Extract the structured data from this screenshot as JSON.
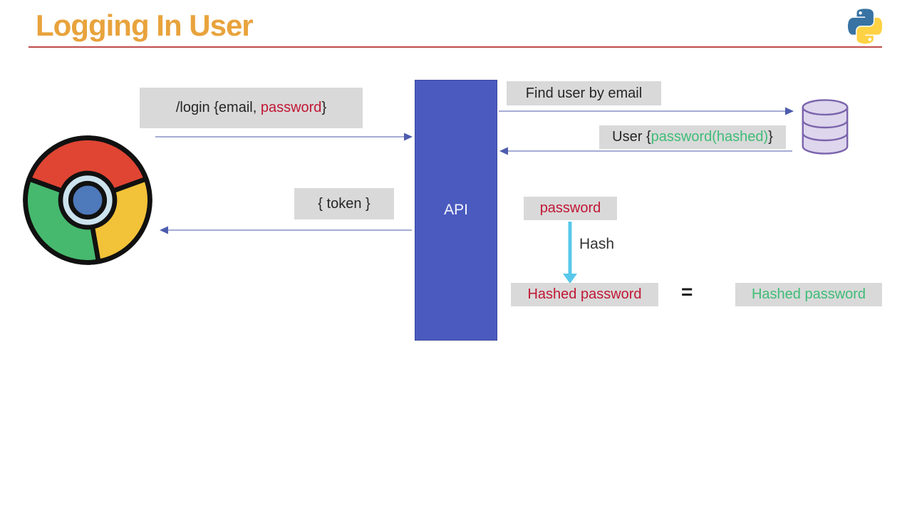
{
  "title": "Logging In User",
  "diagram": {
    "api_label": "API",
    "login_request": {
      "prefix": "/login {email, ",
      "highlight": "password",
      "suffix": "}"
    },
    "find_user_label": "Find user by email",
    "user_result": {
      "prefix": "User {",
      "highlight": "password(hashed)",
      "suffix": "}"
    },
    "token_label": "{ token }",
    "password_label": "password",
    "hash_label": "Hash",
    "hashed_password_left": "Hashed password",
    "equals_sign": "=",
    "hashed_password_right": "Hashed password"
  },
  "icons": {
    "browser": "chrome-browser-icon",
    "database": "database-icon",
    "python": "python-logo-icon"
  },
  "colors": {
    "title_orange": "#E8A33C",
    "title_rule_red": "#BE4B48",
    "highlight_red": "#C11735",
    "highlight_green": "#3FBC77",
    "api_fill_blue": "#4A5ABE",
    "label_box_gray": "#D9D9D9",
    "arrow_line_blue": "#8790C6",
    "arrow_head_blue": "#4D5CAE",
    "hash_arrow_cyan": "#58C8EA",
    "chrome_red": "#E04533",
    "chrome_yellow": "#F2C238",
    "chrome_green": "#46B96E",
    "db_fill": "#DDD6ED",
    "db_stroke": "#7B64AC"
  }
}
